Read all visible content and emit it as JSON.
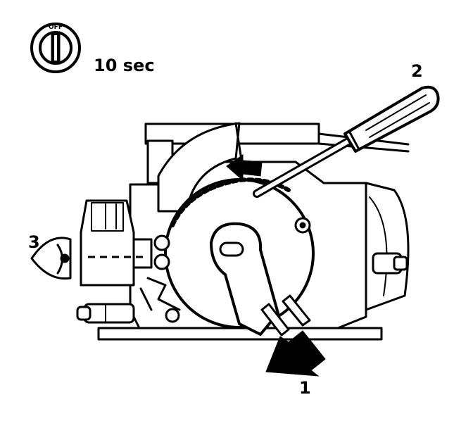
{
  "ignition_key": {
    "switch_text": "OFF",
    "duration": "10 sec"
  },
  "callouts": {
    "one": "1",
    "two": "2",
    "three": "3"
  },
  "colors": {
    "ink": "#000000",
    "paper": "#ffffff"
  },
  "icons": [
    "ignition-key-icon",
    "eye-icon",
    "screwdriver",
    "push-arrow"
  ]
}
